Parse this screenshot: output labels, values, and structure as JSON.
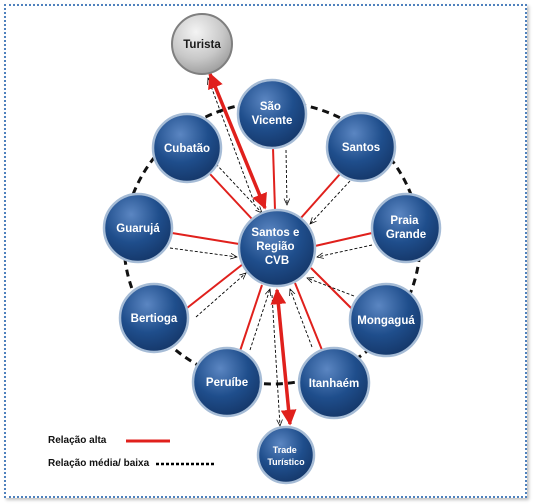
{
  "colors": {
    "node_fill": "#1f4e8c",
    "node_stroke": "#a6bcd6",
    "tourist_fill": "#c8c8c8",
    "high_relation": "#e0201c",
    "low_relation": "#000000",
    "frame_border": "#4f81bd"
  },
  "nodes": {
    "center": {
      "lines": [
        "Santos e",
        "Região",
        "CVB"
      ]
    },
    "turista": {
      "lines": [
        "Turista"
      ]
    },
    "trade": {
      "lines": [
        "Trade",
        "Turístico"
      ]
    },
    "sao_vicente": {
      "lines": [
        "São",
        "Vicente"
      ]
    },
    "santos": {
      "lines": [
        "Santos"
      ]
    },
    "praia_grande": {
      "lines": [
        "Praia",
        "Grande"
      ]
    },
    "mongagua": {
      "lines": [
        "Mongaguá"
      ]
    },
    "itanhaem": {
      "lines": [
        "Itanhaém"
      ]
    },
    "peruibe": {
      "lines": [
        "Peruíbe"
      ]
    },
    "bertioga": {
      "lines": [
        "Bertioga"
      ]
    },
    "guaruja": {
      "lines": [
        "Guarujá"
      ]
    },
    "cubatao": {
      "lines": [
        "Cubatão"
      ]
    }
  },
  "legend": {
    "high_label": "Relação alta",
    "low_label": "Relação média/ baixa"
  }
}
